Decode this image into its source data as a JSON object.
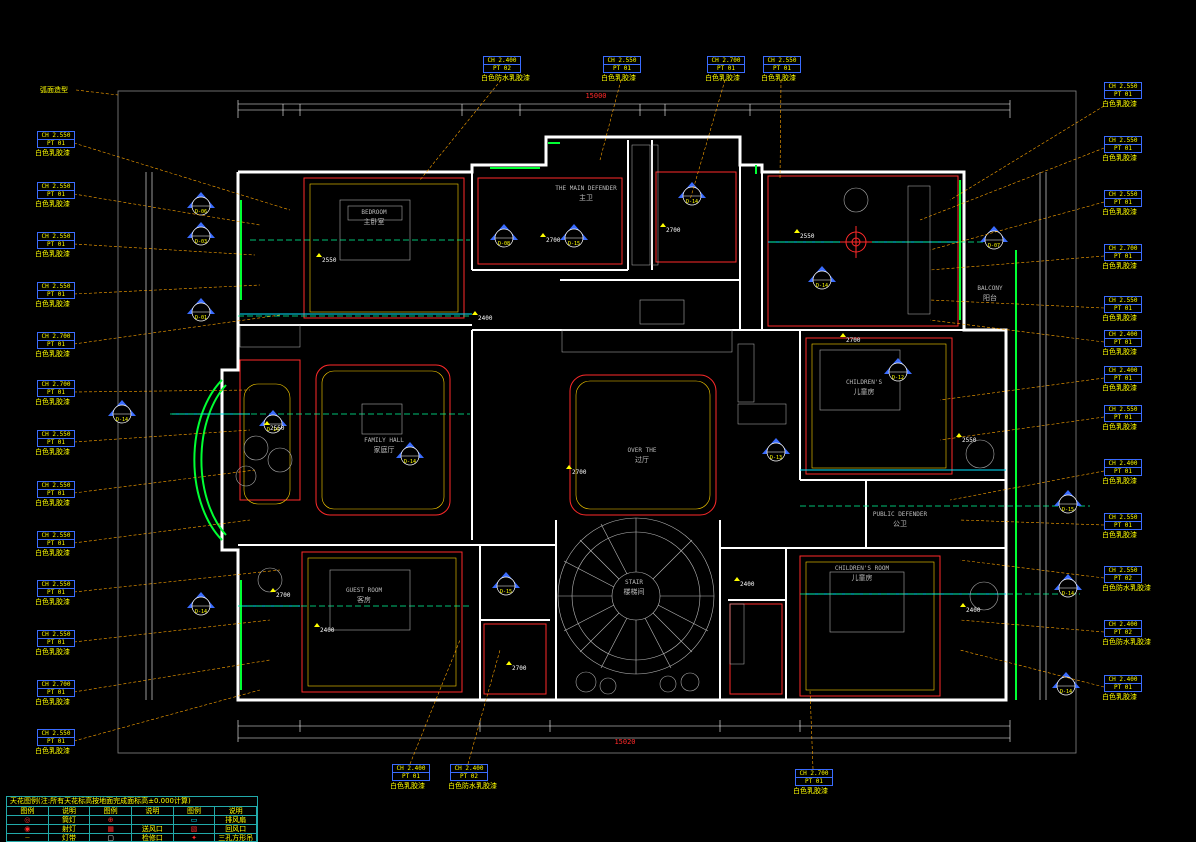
{
  "drawing": {
    "colors": {
      "wall": "#ffffff",
      "dim": "#ffffff",
      "leader": "#ffa500",
      "room_red": "#ff2a2a",
      "tag_blue": "#3a6cff",
      "green": "#00ff33",
      "cyan": "#00e5ff",
      "yellow": "#ffff00"
    },
    "corner_note": "弧面造型",
    "overall_dims": {
      "top": "15000",
      "bottom": "15020"
    },
    "rooms": [
      {
        "en": "BEDROOM",
        "cn": "主卧室"
      },
      {
        "en": "THE MAIN DEFENDER",
        "cn": "主卫"
      },
      {
        "en": "FAMILY HALL",
        "cn": "家庭厅"
      },
      {
        "en": "OVER THE",
        "cn": "过厅"
      },
      {
        "en": "CHILDREN'S",
        "cn": "儿童房"
      },
      {
        "en": "BALCONY",
        "cn": "阳台"
      },
      {
        "en": "GUEST ROOM",
        "cn": "客房"
      },
      {
        "en": "STAIR",
        "cn": "楼梯间"
      },
      {
        "en": "PUBLIC DEFENDER",
        "cn": "公卫"
      },
      {
        "en": "CHILDREN'S ROOM",
        "cn": "儿童房"
      }
    ],
    "ceiling_labels": [
      "2550",
      "2700",
      "2400",
      "2700",
      "2550",
      "2700",
      "2400",
      "2550",
      "2700",
      "2400",
      "2700",
      "2550",
      "2400",
      "2700"
    ],
    "section_marks": [
      "D-06",
      "D-03",
      "D-01",
      "D-14",
      "D-08",
      "D-15",
      "D-14",
      "D-07",
      "D-14",
      "D-12",
      "D-13",
      "D-15",
      "D-14",
      "D-15",
      "D-14",
      "D-14",
      "D-14",
      "D-14"
    ]
  },
  "tags": [
    {
      "h": "CH 2.550",
      "m": "PT 01",
      "note": "白色乳胶漆"
    },
    {
      "h": "CH 2.550",
      "m": "PT 01",
      "note": "白色乳胶漆"
    },
    {
      "h": "CH 2.550",
      "m": "PT 01",
      "note": "白色乳胶漆"
    },
    {
      "h": "CH 2.550",
      "m": "PT 01",
      "note": "白色乳胶漆"
    },
    {
      "h": "CH 2.700",
      "m": "PT 01",
      "note": "白色乳胶漆"
    },
    {
      "h": "CH 2.700",
      "m": "PT 01",
      "note": "白色乳胶漆"
    },
    {
      "h": "CH 2.550",
      "m": "PT 01",
      "note": "白色乳胶漆"
    },
    {
      "h": "CH 2.550",
      "m": "PT 01",
      "note": "白色乳胶漆"
    },
    {
      "h": "CH 2.550",
      "m": "PT 01",
      "note": "白色乳胶漆"
    },
    {
      "h": "CH 2.550",
      "m": "PT 01",
      "note": "白色乳胶漆"
    },
    {
      "h": "CH 2.550",
      "m": "PT 01",
      "note": "白色乳胶漆"
    },
    {
      "h": "CH 2.700",
      "m": "PT 01",
      "note": "白色乳胶漆"
    },
    {
      "h": "CH 2.550",
      "m": "PT 01",
      "note": "白色乳胶漆"
    },
    {
      "h": "CH 2.400",
      "m": "PT 02",
      "note": "白色防水乳胶漆"
    },
    {
      "h": "CH 2.550",
      "m": "PT 01",
      "note": "白色乳胶漆"
    },
    {
      "h": "CH 2.700",
      "m": "PT 01",
      "note": "白色乳胶漆"
    },
    {
      "h": "CH 2.550",
      "m": "PT 01",
      "note": "白色乳胶漆"
    },
    {
      "h": "CH 2.550",
      "m": "PT 01",
      "note": "白色乳胶漆"
    },
    {
      "h": "CH 2.550",
      "m": "PT 01",
      "note": "白色乳胶漆"
    },
    {
      "h": "CH 2.550",
      "m": "PT 01",
      "note": "白色乳胶漆"
    },
    {
      "h": "CH 2.700",
      "m": "PT 01",
      "note": "白色乳胶漆"
    },
    {
      "h": "CH 2.550",
      "m": "PT 01",
      "note": "白色乳胶漆"
    },
    {
      "h": "CH 2.400",
      "m": "PT 01",
      "note": "白色乳胶漆"
    },
    {
      "h": "CH 2.400",
      "m": "PT 01",
      "note": "白色乳胶漆"
    },
    {
      "h": "CH 2.550",
      "m": "PT 01",
      "note": "白色乳胶漆"
    },
    {
      "h": "CH 2.400",
      "m": "PT 01",
      "note": "白色乳胶漆"
    },
    {
      "h": "CH 2.550",
      "m": "PT 01",
      "note": "白色乳胶漆"
    },
    {
      "h": "CH 2.550",
      "m": "PT 02",
      "note": "白色防水乳胶漆"
    },
    {
      "h": "CH 2.400",
      "m": "PT 02",
      "note": "白色防水乳胶漆"
    },
    {
      "h": "CH 2.400",
      "m": "PT 01",
      "note": "白色乳胶漆"
    },
    {
      "h": "CH 2.400",
      "m": "PT 01",
      "note": "白色乳胶漆"
    },
    {
      "h": "CH 2.400",
      "m": "PT 02",
      "note": "白色防水乳胶漆"
    },
    {
      "h": "CH 2.700",
      "m": "PT 01",
      "note": "白色乳胶漆"
    }
  ],
  "legend": {
    "title": "天花图例(注:所有天花标高按地面完成面标高±0.000计算)",
    "header": [
      "图例",
      "说明",
      "图例",
      "说明",
      "图例",
      "说明"
    ],
    "rows": [
      [
        "",
        "筒灯",
        "",
        "",
        "",
        "排风扇"
      ],
      [
        "",
        "射灯",
        "",
        "送风口",
        "",
        "回风口"
      ],
      [
        "",
        "灯带",
        "",
        "检修口",
        "",
        "三孔方形吊灯"
      ]
    ]
  }
}
